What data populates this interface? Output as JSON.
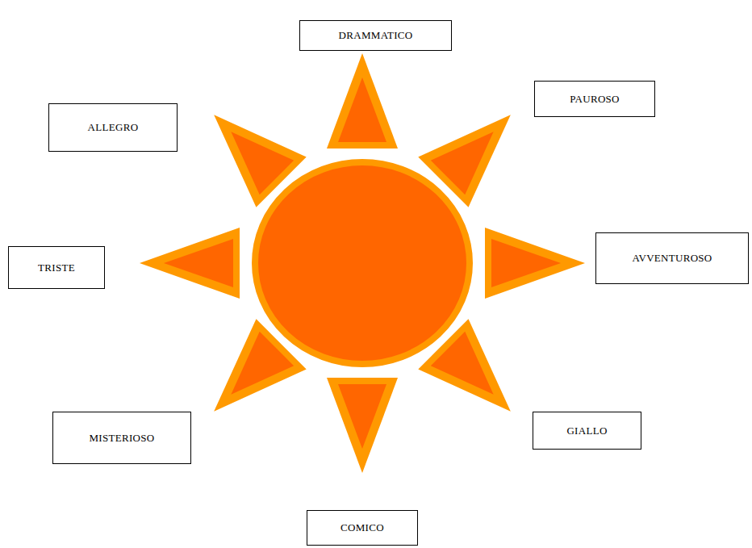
{
  "diagram": {
    "nodes": [
      {
        "text": [
          "DRAMMATICO"
        ]
      },
      {
        "text": [
          "PAUROSO"
        ]
      },
      {
        "text": [
          "ALLEGRO"
        ]
      },
      {
        "text": [
          "TRISTE"
        ]
      },
      {
        "text": [
          "AVVENTUROSO"
        ]
      },
      {
        "text": [
          "MISTERIOSO"
        ]
      },
      {
        "text": [
          "GIALLO"
        ]
      },
      {
        "text": [
          "COMICO"
        ]
      }
    ]
  }
}
